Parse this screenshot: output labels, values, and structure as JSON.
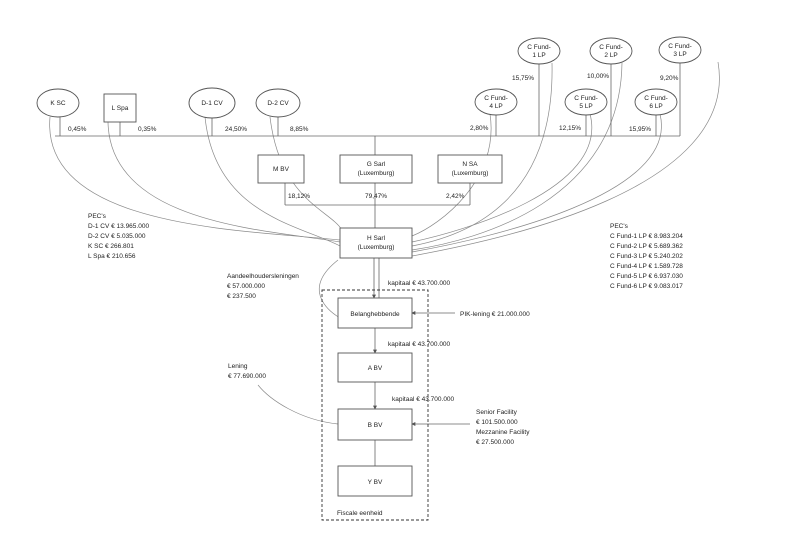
{
  "nodes": {
    "k_sc": "K SC",
    "l_spa": "L Spa",
    "d1_cv": "D-1 CV",
    "d2_cv": "D-2 CV",
    "c_fund_1": [
      "C Fund-",
      "1 LP"
    ],
    "c_fund_2": [
      "C Fund-",
      "2 LP"
    ],
    "c_fund_3": [
      "C Fund-",
      "3 LP"
    ],
    "c_fund_4": [
      "C Fund-",
      "4 LP"
    ],
    "c_fund_5": [
      "C Fund-",
      "5 LP"
    ],
    "c_fund_6": [
      "C Fund-",
      "6 LP"
    ],
    "m_bv": "M BV",
    "g_sarl": [
      "G Sarl",
      "(Luxemburg)"
    ],
    "n_sa": [
      "N SA",
      "(Luxemburg)"
    ],
    "h_sarl": [
      "H Sarl",
      "(Luxemburg)"
    ],
    "belanghebbende": "Belanghebbende",
    "a_bv": "A BV",
    "b_bv": "B BV",
    "y_bv": "Y BV"
  },
  "percentages": {
    "k_sc": "0,45%",
    "l_spa": "0,35%",
    "d1_cv": "24,50%",
    "d2_cv": "8,85%",
    "c_fund_1": "15,75%",
    "c_fund_2": "10,00%",
    "c_fund_3": "9,20%",
    "c_fund_4": "2,80%",
    "c_fund_5": "12,15%",
    "c_fund_6": "15,95%",
    "m_bv": "18,12%",
    "g_sarl": "79,47%",
    "n_sa": "2,42%"
  },
  "pecs_left": [
    "PEC's",
    "D-1 CV € 13.965.000",
    "D-2 CV € 5.035.000",
    "K SC € 266.801",
    "L Spa € 210.656"
  ],
  "pecs_right": [
    "PEC's",
    "C Fund-1 LP € 8.983.204",
    "C Fund-2 LP € 5.689.362",
    "C Fund-3 LP € 5.240.202",
    "C Fund-4 LP € 1.589.728",
    "C Fund-5 LP € 6.937.030",
    "C Fund-6 LP € 9.083.017"
  ],
  "shareholder_loans": [
    "Aandeelhoudersleningen",
    "€ 57.000.000",
    "€ 237.500"
  ],
  "capital_labels": {
    "h_to_belang": "kapitaal € 43.700.000",
    "belang_to_a": "kapitaal € 43.700.000",
    "a_to_b": "kapitaal € 43.700.000"
  },
  "pik_loan": "PIK-lening € 21.000.000",
  "loan": [
    "Lening",
    "€ 77.690.000"
  ],
  "senior": [
    "Senior Facility",
    "€ 101.500.000",
    "Mezzanine Facility",
    "€ 27.500.000"
  ],
  "fiscal_unit": "Fiscale eenheid"
}
